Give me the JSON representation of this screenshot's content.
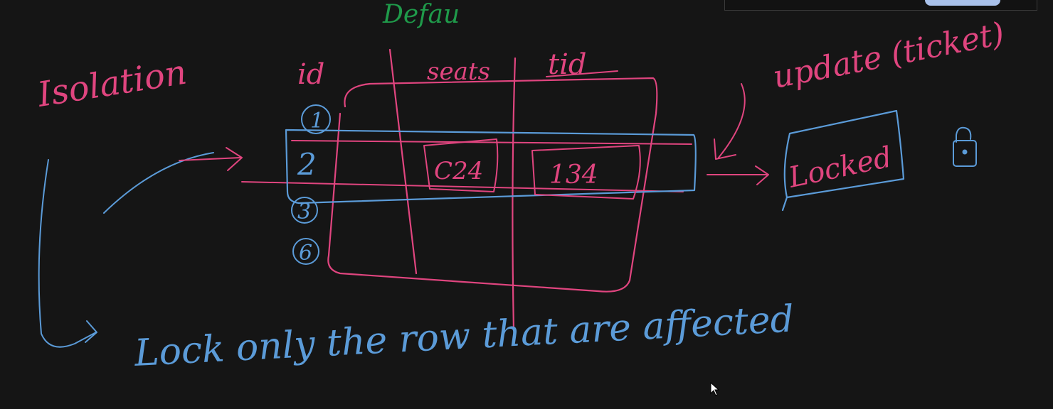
{
  "colors": {
    "background": "#151515",
    "pink": "#e0457f",
    "blue": "#5b9bd8",
    "green": "#1f9a4a",
    "pill": "#a9c1ea"
  },
  "title": "Isolation",
  "header_top": "Defau",
  "table": {
    "headers": [
      "id",
      "seats",
      "tid"
    ],
    "row_ids": [
      "1",
      "2",
      "3",
      "6"
    ],
    "highlighted_row": {
      "seat": "C24",
      "tid": "134"
    }
  },
  "annotation": "update (ticket)",
  "locked_label": "Locked",
  "footnote": "Lock only the row that are affected",
  "icons": [
    "lock-icon",
    "cursor-icon"
  ]
}
